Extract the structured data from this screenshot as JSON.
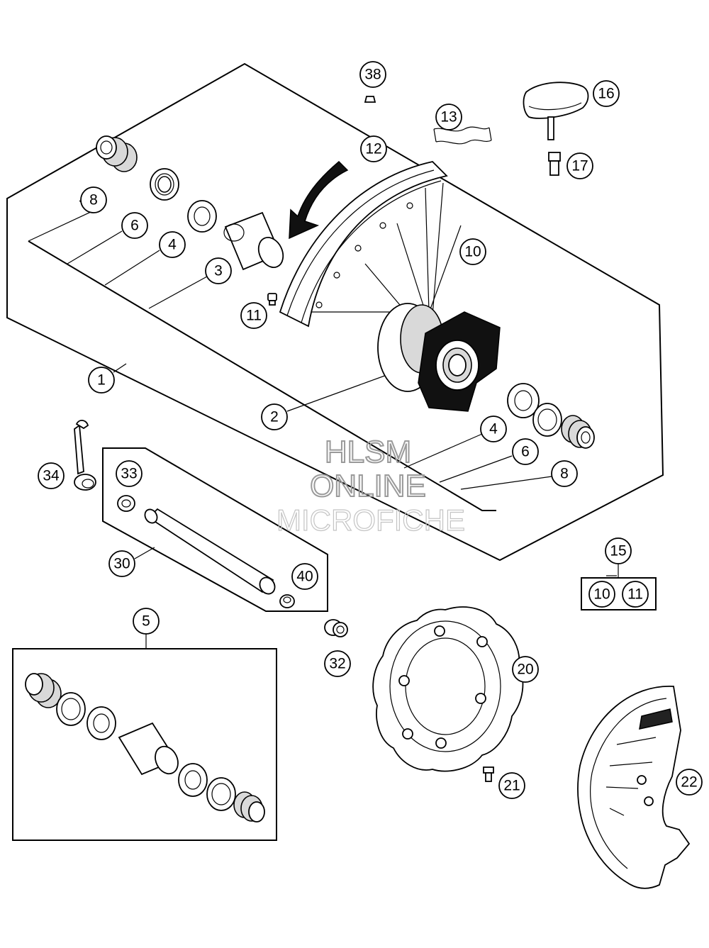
{
  "callouts": {
    "c1": "1",
    "c2": "2",
    "c3": "3",
    "c4a": "4",
    "c4b": "4",
    "c5": "5",
    "c6a": "6",
    "c6b": "6",
    "c8a": "8",
    "c8b": "8",
    "c10": "10",
    "c11": "11",
    "c12": "12",
    "c13": "13",
    "c15": "15",
    "c15_10": "10",
    "c15_11": "11",
    "c16": "16",
    "c17": "17",
    "c20": "20",
    "c21": "21",
    "c22": "22",
    "c30": "30",
    "c32": "32",
    "c33": "33",
    "c34": "34",
    "c38": "38",
    "c40": "40"
  },
  "watermark": {
    "line1": "HLSM",
    "line2": "ONLINE",
    "line3": "MICROFICHE"
  }
}
